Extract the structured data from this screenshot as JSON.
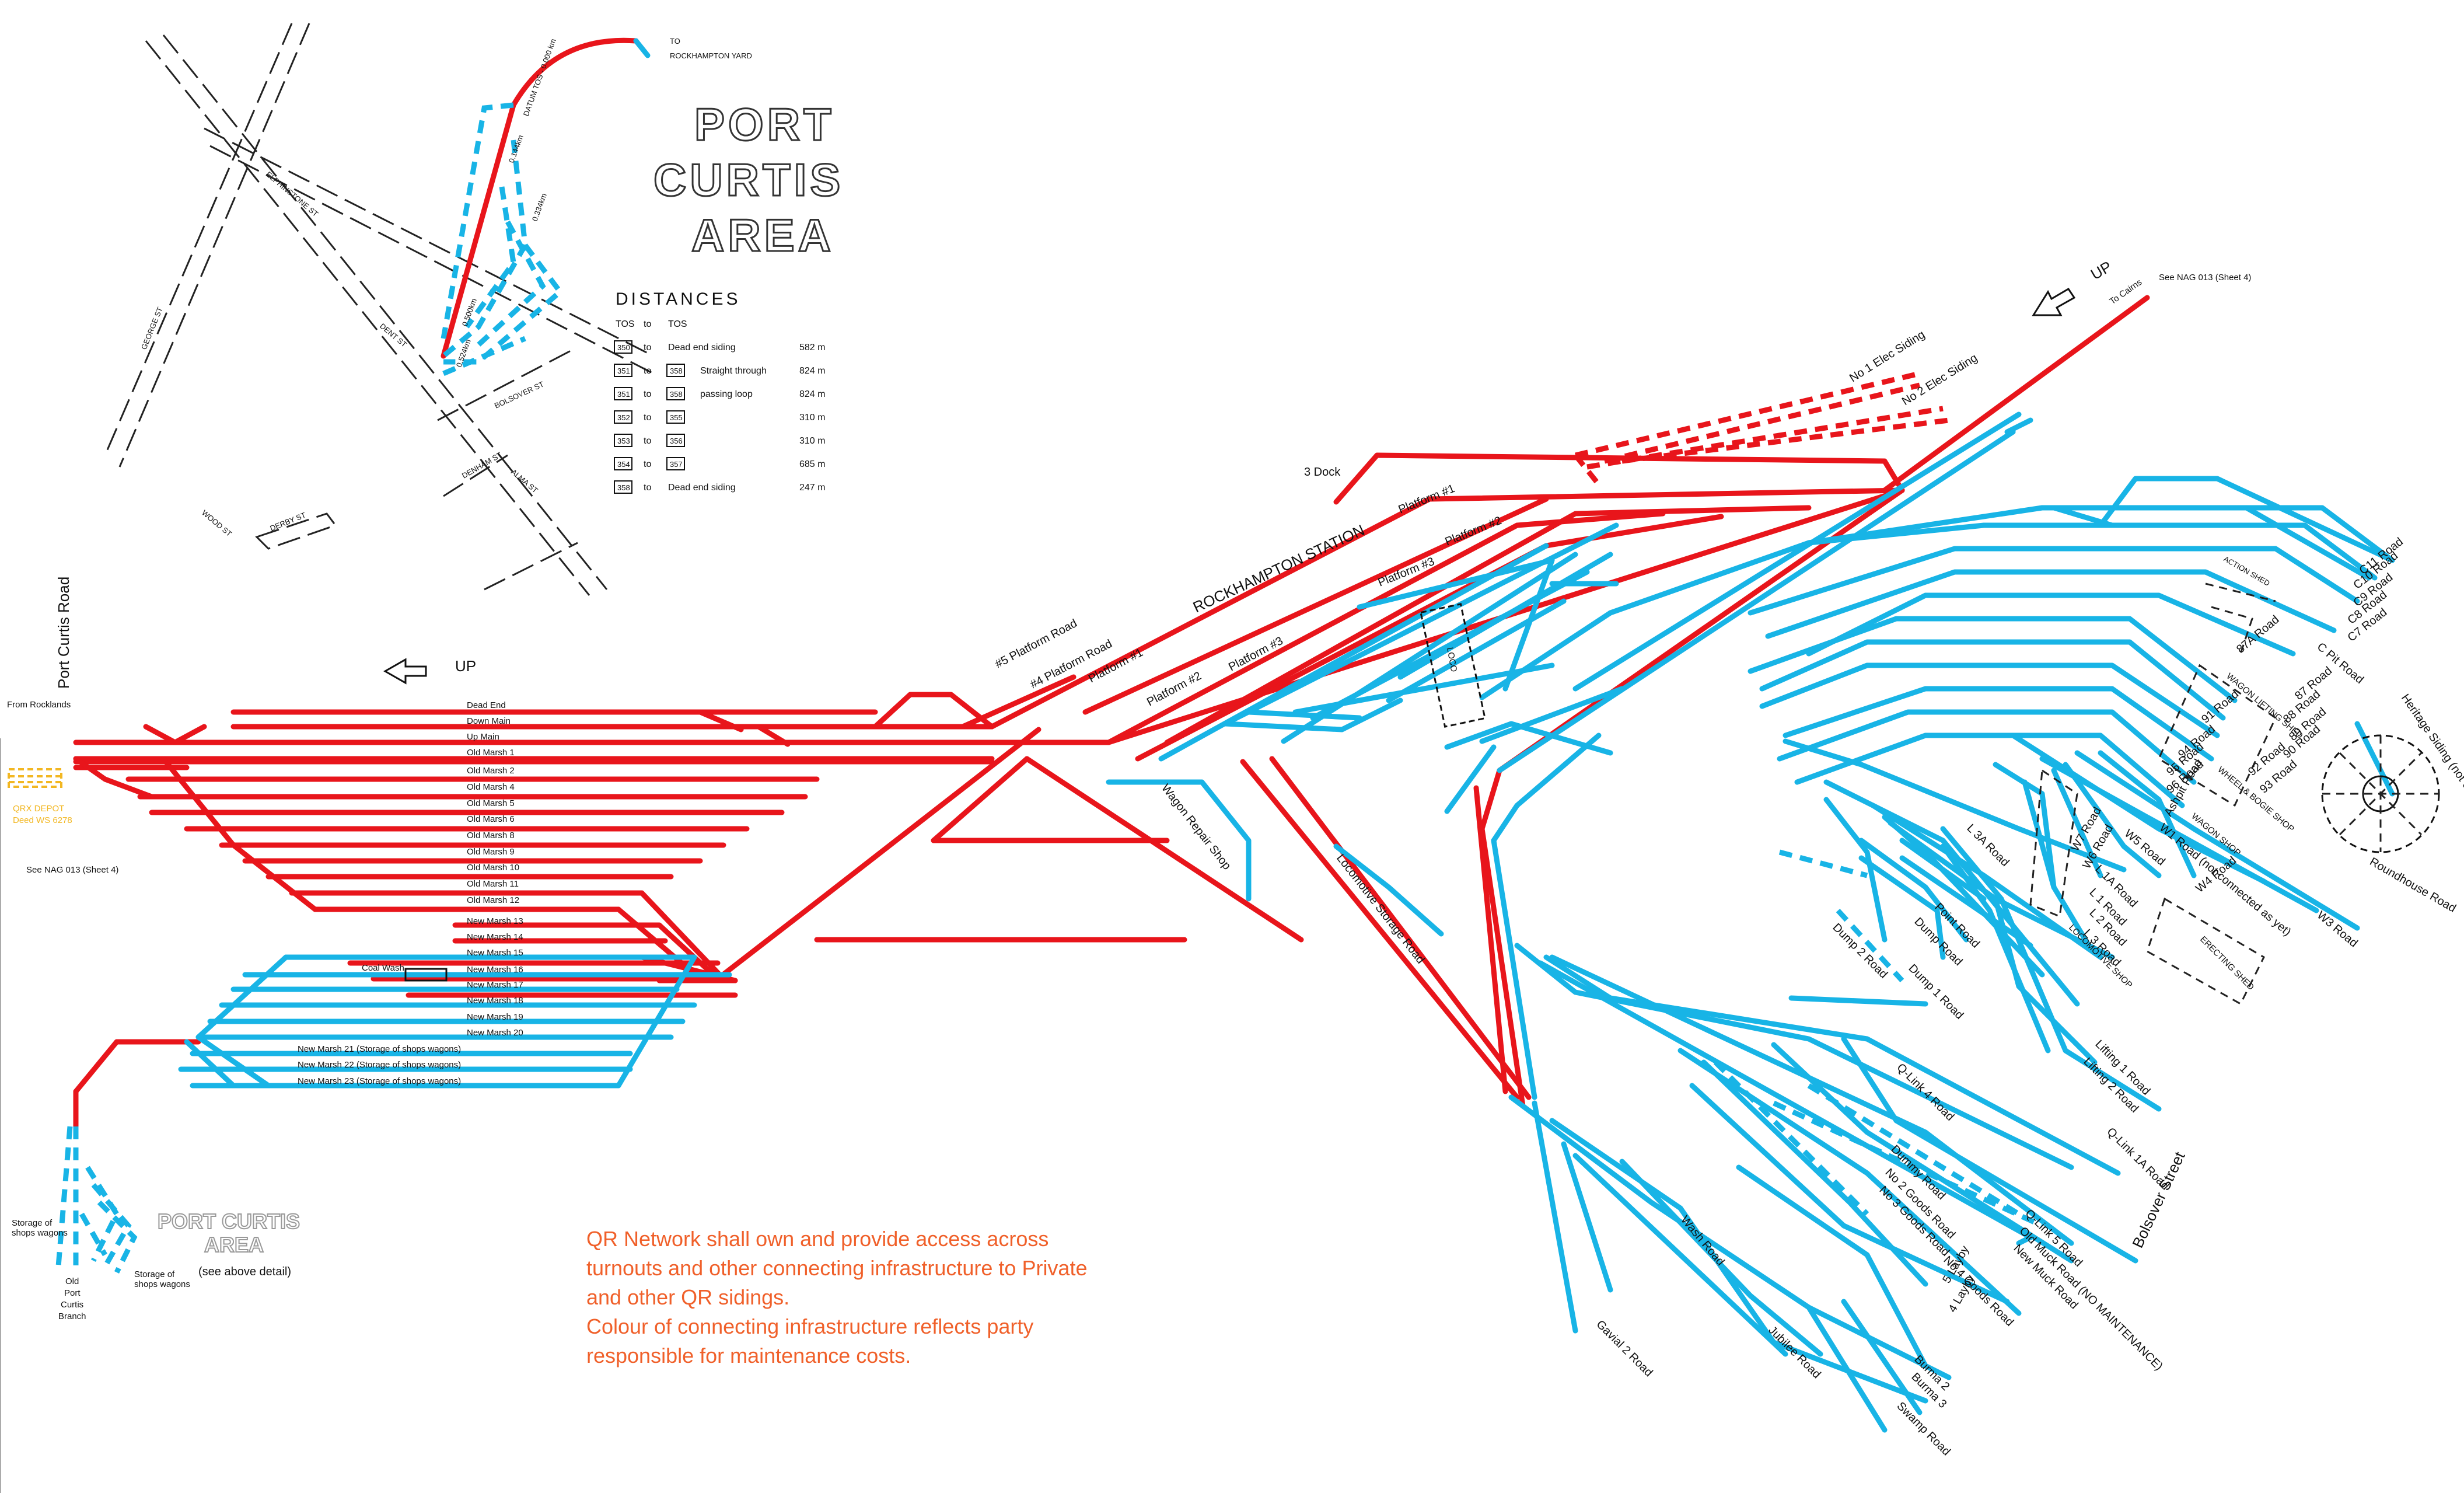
{
  "title": {
    "line1": "PORT",
    "line2": "CURTIS",
    "line3": "AREA"
  },
  "distances": {
    "heading": "DISTANCES",
    "col1": "TOS",
    "col_to": "to",
    "col2": "TOS",
    "rows": [
      {
        "a": "350",
        "to": "to",
        "b": "",
        "desc": "Dead end siding",
        "dist": "582 m"
      },
      {
        "a": "351",
        "to": "to",
        "b": "358",
        "desc": "Straight through",
        "dist": "824 m"
      },
      {
        "a": "351",
        "to": "to",
        "b": "358",
        "desc": "passing loop",
        "dist": "824 m"
      },
      {
        "a": "352",
        "to": "to",
        "b": "355",
        "desc": "",
        "dist": "310 m"
      },
      {
        "a": "353",
        "to": "to",
        "b": "356",
        "desc": "",
        "dist": "310 m"
      },
      {
        "a": "354",
        "to": "to",
        "b": "357",
        "desc": "",
        "dist": "685 m"
      },
      {
        "a": "358",
        "to": "to",
        "b": "",
        "desc": "Dead end siding",
        "dist": "247 m"
      }
    ]
  },
  "inset": {
    "to_yard_1": "TO",
    "to_yard_2": "ROCKHAMPTON YARD",
    "datum": "DATUM TOS - 0.000 km",
    "km1": "0.144km",
    "km2": "0.334km",
    "km3": "0.500km",
    "km4": "0.524km"
  },
  "labels": {
    "up_left": "UP",
    "up_right": "UP",
    "port_curtis_road": "Port Curtis Road",
    "from_rocklands": "From Rocklands",
    "see_nag_left": "See NAG 013 (Sheet 4)",
    "see_nag_right": "See NAG 013 (Sheet 4)",
    "to_cairns": "To Cairns",
    "qrx_depot_1": "QRX DEPOT",
    "qrx_depot_2": "Deed WS 6278",
    "station": "ROCKHAMPTON STATION",
    "three_dock": "3 Dock",
    "platform1": "Platform #1",
    "platform2": "Platform #2",
    "platform3": "Platform #3",
    "p5road": "#5 Platform Road",
    "p4road": "#4 Platform Road",
    "platform1b": "Platform #1",
    "platform2b": "Platform #2",
    "platform3b": "Platform #3",
    "elec1": "No 1 Elec Siding",
    "elec2": "No 2 Elec Siding",
    "loco": "LOCO",
    "wagon_repair": "Wagon Repair Shop",
    "loco_storage": "Locomotive Storage Road",
    "coal_wash": "Coal Wash",
    "storage_wagons_1": "Storage of",
    "storage_wagons_2": "shops wagons",
    "storage_wagons_3": "Storage of",
    "storage_wagons_4": "shops wagons",
    "old_pc_1": "Old",
    "old_pc_2": "Port",
    "old_pc_3": "Curtis",
    "old_pc_4": "Branch",
    "pc_area_1": "PORT CURTIS",
    "pc_area_2": "AREA",
    "pc_area_3": "(see above detail)",
    "bolsover": "Bolsover Street",
    "heritage": "Heritage Siding (not connected)",
    "roundhouse": "Roundhouse Road",
    "erecting": "ERECTING SHED",
    "wagon_shop": "WAGON SHOP",
    "wagon_lifting": "WAGON LIFTING SHED",
    "wheel_bogie": "WHEEL & BOGIE SHOP",
    "loco_shop": "LOCOMOTIVE SHOP",
    "action_shed": "ACTION SHED"
  },
  "yard_tracks": [
    "Dead End",
    "Down Main",
    "Up Main",
    "Old Marsh 1",
    "Old Marsh 2",
    "Old Marsh 4",
    "Old Marsh 5",
    "Old Marsh 6",
    "Old Marsh 8",
    "Old Marsh 9",
    "Old Marsh 10",
    "Old Marsh 11",
    "Old Marsh 12"
  ],
  "new_marsh_tracks": [
    "New Marsh 13",
    "New Marsh 14",
    "New Marsh 15",
    "New Marsh 16",
    "New Marsh 17",
    "New Marsh 18",
    "New Marsh 19",
    "New Marsh 20"
  ],
  "new_marsh_storage": [
    "New Marsh 21 (Storage of shops wagons)",
    "New Marsh 22 (Storage of shops wagons)",
    "New Marsh 23 (Storage of shops wagons)"
  ],
  "workshop_roads": [
    "C11 Road",
    "C10 Road",
    "C9 Road",
    "C8 Road",
    "C7 Road",
    "C Pit Road",
    "87A Road",
    "87 Road",
    "88 Road",
    "89 Road",
    "90 Road",
    "91 Road",
    "92 Road",
    "93 Road",
    "94 Road",
    "95 Road",
    "96 Road",
    "Ashpit Road",
    "W7 Road",
    "W6 Road",
    "W5 Road",
    "W1 Road (not connected as yet)",
    "W4 Road",
    "W3 Road",
    "L 3A Road",
    "L 1A Road",
    "L 1 Road",
    "L 2 Road",
    "L 3 Road",
    "Point Road",
    "Dump Road",
    "Dump 1 Road",
    "Dump 2 Road",
    "Lifting 1 Road",
    "Lifting 2 Road",
    "Q-Link 4 Road",
    "Q-Link 1A Road",
    "Dummy Road",
    "No 2 Goods Road",
    "No 3 Goods Road",
    "Q-Link 5 Road",
    "Old Muck Road (NO MAINTENANCE)",
    "New Muck Road",
    "No 4 Goods Road",
    "5 Layby",
    "4 Layby",
    "Wash Road",
    "Jubilee Road",
    "Burma 2",
    "Burma 3",
    "Swamp Road",
    "Gavial 2 Road"
  ],
  "street_labels": [
    "ELPHINSTONE ST",
    "GEORGE ST",
    "DENT ST",
    "BOLSOVER ST",
    "WOOD ST",
    "DENHAM ST",
    "ALMA ST",
    "DERBY ST"
  ],
  "note": [
    "QR Network shall own and provide access across",
    "turnouts and other connecting infrastructure to Private",
    "and other QR sidings.",
    "Colour of connecting infrastructure reflects party",
    "responsible for maintenance costs."
  ],
  "colors": {
    "qr_network": "#e8151b",
    "private_sidings": "#18b4e6",
    "qrx": "#f2b722",
    "note": "#f0602a"
  }
}
